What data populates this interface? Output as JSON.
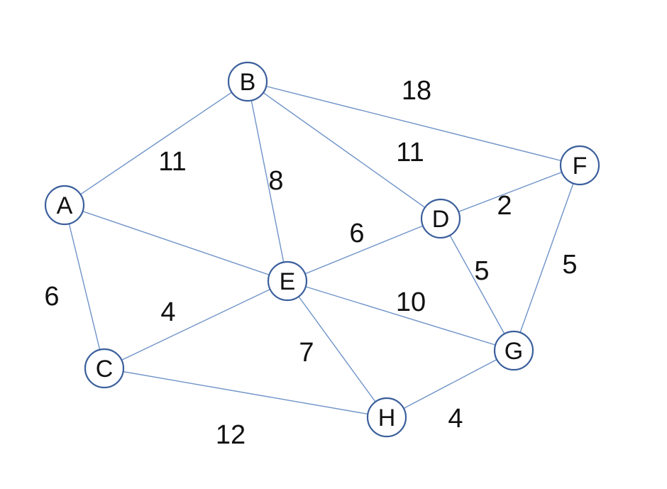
{
  "nodes": [
    {
      "id": "A",
      "label": "A"
    },
    {
      "id": "B",
      "label": "B"
    },
    {
      "id": "C",
      "label": "C"
    },
    {
      "id": "D",
      "label": "D"
    },
    {
      "id": "E",
      "label": "E"
    },
    {
      "id": "F",
      "label": "F"
    },
    {
      "id": "G",
      "label": "G"
    },
    {
      "id": "H",
      "label": "H"
    }
  ],
  "edges": [
    {
      "from": "A",
      "to": "B",
      "weight": "11"
    },
    {
      "from": "A",
      "to": "C",
      "weight": "6"
    },
    {
      "from": "A",
      "to": "E",
      "weight": ""
    },
    {
      "from": "B",
      "to": "E",
      "weight": "8"
    },
    {
      "from": "B",
      "to": "D",
      "weight": "11"
    },
    {
      "from": "B",
      "to": "F",
      "weight": "18"
    },
    {
      "from": "C",
      "to": "E",
      "weight": "4"
    },
    {
      "from": "C",
      "to": "H",
      "weight": "12"
    },
    {
      "from": "E",
      "to": "D",
      "weight": "6"
    },
    {
      "from": "E",
      "to": "G",
      "weight": "10"
    },
    {
      "from": "E",
      "to": "H",
      "weight": "7"
    },
    {
      "from": "D",
      "to": "F",
      "weight": "2"
    },
    {
      "from": "D",
      "to": "G",
      "weight": "5"
    },
    {
      "from": "F",
      "to": "G",
      "weight": "5"
    },
    {
      "from": "H",
      "to": "G",
      "weight": "4"
    }
  ],
  "colors": {
    "edge": "#6f93c8",
    "node_border": "#3b5f9c",
    "text": "#111111"
  }
}
